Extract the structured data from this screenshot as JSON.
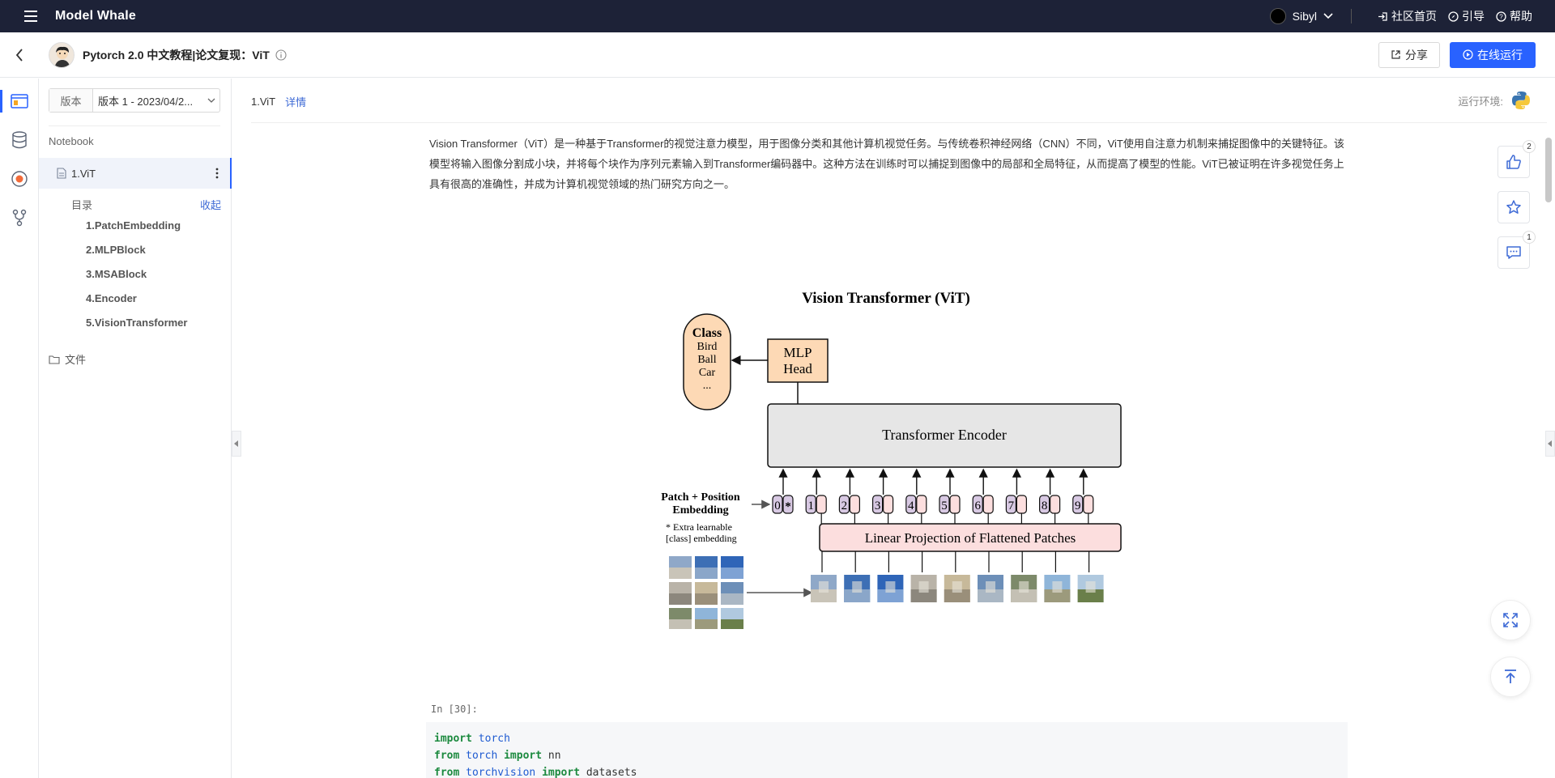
{
  "topbar": {
    "brand": "Model Whale",
    "user_name": "Sibyl",
    "links": [
      "社区首页",
      "引导",
      "帮助"
    ]
  },
  "header": {
    "title": "Pytorch 2.0 中文教程|论文复现：ViT",
    "share_label": "分享",
    "run_label": "在线运行"
  },
  "sidebar": {
    "version_label": "版本",
    "version_value": "版本 1 - 2023/04/2...",
    "notebook_label": "Notebook",
    "notebook_item": "1.ViT",
    "toc_title": "目录",
    "toc_collapse": "收起",
    "toc_items": [
      "1.PatchEmbedding",
      "2.MLPBlock",
      "3.MSABlock",
      "4.Encoder",
      "5.VisionTransformer"
    ],
    "files_label": "文件"
  },
  "main": {
    "tab_name": "1.ViT",
    "tab_detail": "详情",
    "env_label": "运行环境:",
    "intro": "Vision Transformer（ViT）是一种基于Transformer的视觉注意力模型，用于图像分类和其他计算机视觉任务。与传统卷积神经网络（CNN）不同，ViT使用自注意力机制来捕捉图像中的关键特征。该模型将输入图像分割成小块，并将每个块作为序列元素输入到Transformer编码器中。这种方法在训练时可以捕捉到图像中的局部和全局特征，从而提高了模型的性能。ViT已被证明在许多视觉任务上具有很高的准确性，并成为计算机视觉领域的热门研究方向之一。",
    "in_label": "In [30]:",
    "code": [
      [
        "import",
        " torch",
        ""
      ],
      [
        "from",
        " torch ",
        "import nn"
      ],
      [
        "from",
        " torchvision ",
        "import datasets"
      ]
    ]
  },
  "figure": {
    "title": "Vision Transformer (ViT)",
    "class_title": "Class",
    "class_items": [
      "Bird",
      "Ball",
      "Car",
      "..."
    ],
    "mlp_line1": "MLP",
    "mlp_line2": "Head",
    "encoder": "Transformer Encoder",
    "pe_line1": "Patch + Position",
    "pe_line2": "Embedding",
    "note_line1": "* Extra learnable",
    "note_line2": "[class] embedding",
    "projection": "Linear Projection of Flattened Patches",
    "tokens": [
      "0",
      "1",
      "2",
      "3",
      "4",
      "5",
      "6",
      "7",
      "8",
      "9"
    ],
    "star": "*"
  },
  "float": {
    "like_count": "2",
    "comment_count": "1"
  },
  "colors": {
    "topbar": "#1d2237",
    "accent": "#2962ff",
    "link": "#3f6bd6"
  }
}
